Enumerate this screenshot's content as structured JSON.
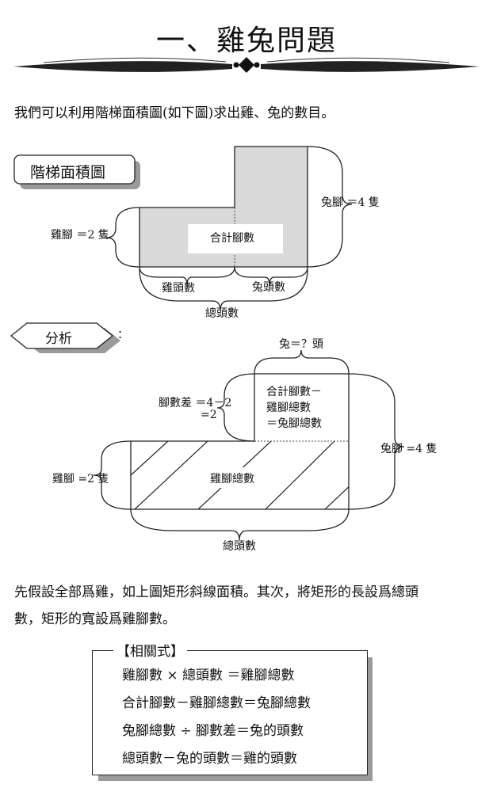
{
  "title": "一、雞兔問題",
  "intro": "我們可以利用階梯面積圖(如下圖)求出雞、兔的數目。",
  "diagram1": {
    "badge": "階梯面積圖",
    "chicken_feet": "雞腳 ＝2 隻",
    "rabbit_feet": "兔腳 ＝4 隻",
    "total_feet": "合計腳數",
    "chicken_heads": "雞頭數",
    "rabbit_heads": "兔頭數",
    "total_heads": "總頭數"
  },
  "analysis": {
    "badge": "分析",
    "colon": "："
  },
  "diagram2": {
    "rabbit_heads": "兔＝？頭",
    "feet_diff_line1": "腳數差 ＝4－2",
    "feet_diff_line2": "=2",
    "remainder_line1": "合計腳數－",
    "remainder_line2": "雞腳總數",
    "remainder_line3": "＝兔腳總數",
    "rabbit_feet": "兔腳 =4 隻",
    "chicken_feet": "雞腳 =2 隻",
    "chicken_total_feet": "雞腳總數",
    "total_heads": "總頭數"
  },
  "paragraph": {
    "line1": "先假設全部爲雞，如上圖矩形斜線面積。其次，將矩形的長設爲總頭",
    "line2": "數，矩形的寬設爲雞腳數。"
  },
  "formulas": {
    "heading": "【相關式】",
    "items": [
      "雞腳數 × 總頭數 ＝雞腳總數",
      "合計腳數－雞腳總數＝兔腳總數",
      "兔腳總數 ÷ 腳數差＝兔的頭數",
      "總頭數－兔的頭數＝雞的頭數"
    ]
  }
}
